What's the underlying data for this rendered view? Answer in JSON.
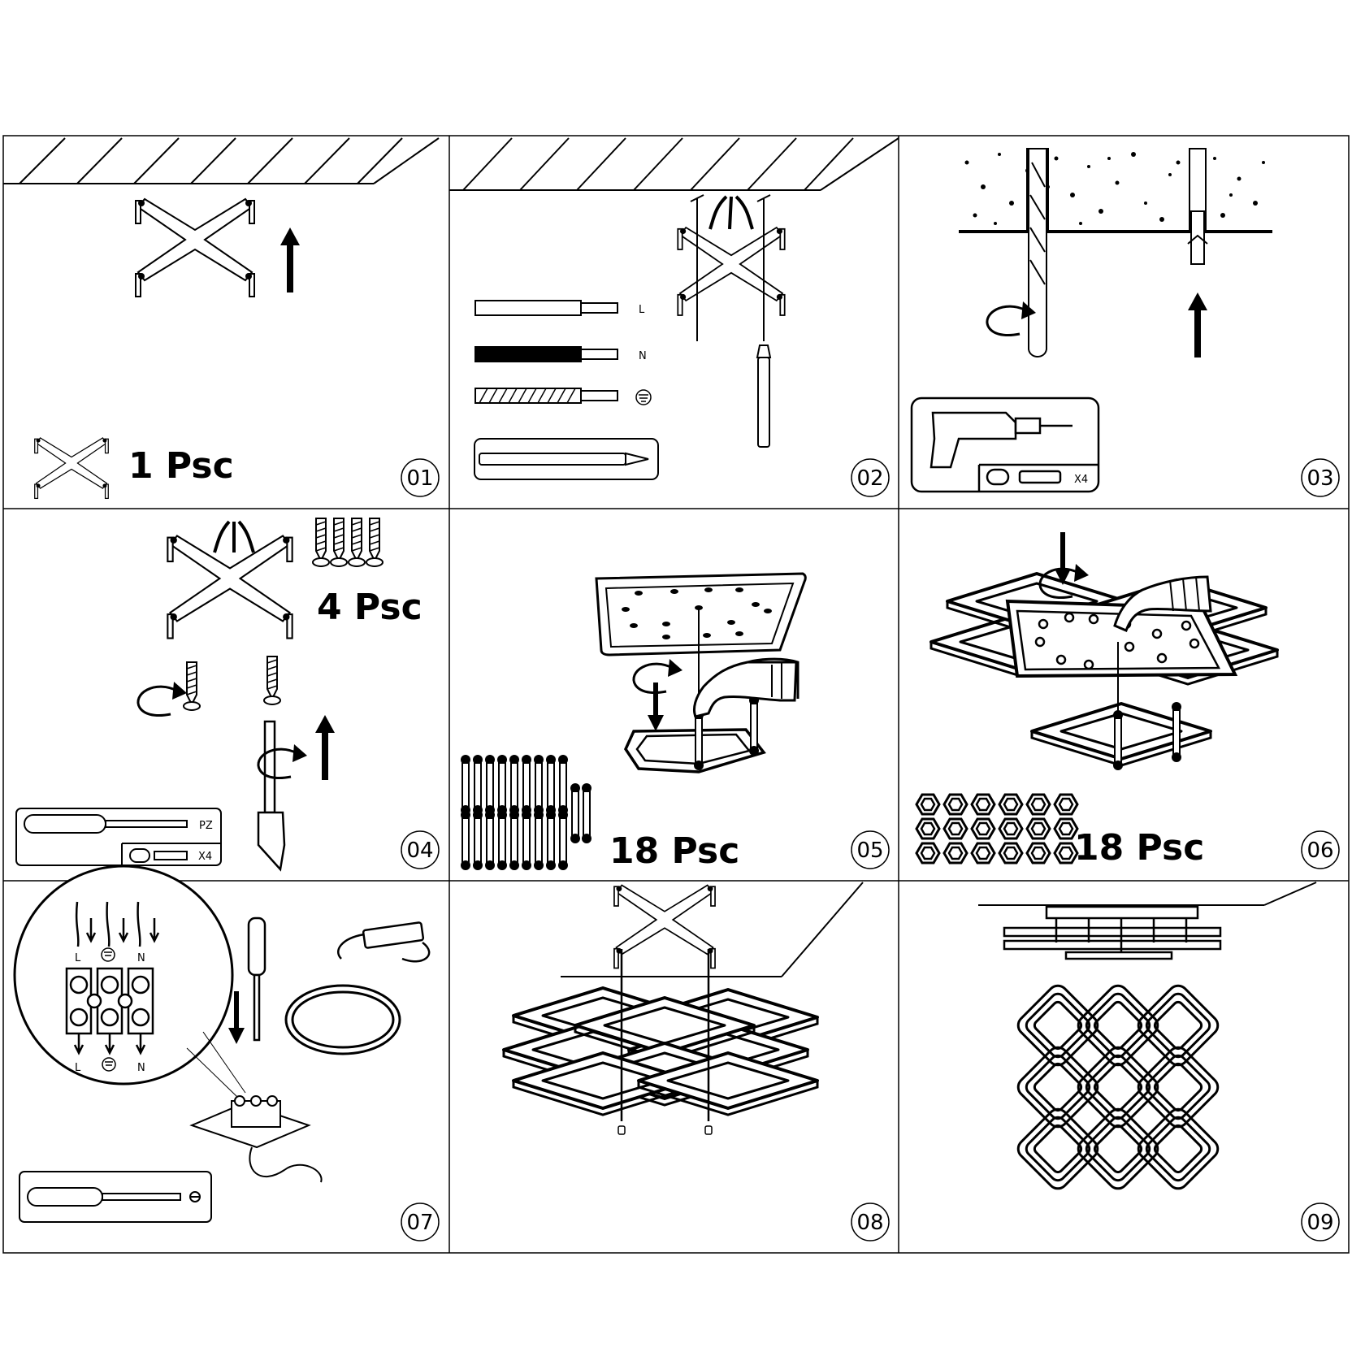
{
  "steps": [
    {
      "number": "01",
      "count_label": "1 Psc"
    },
    {
      "number": "02",
      "wire_labels": [
        "L",
        "N"
      ]
    },
    {
      "number": "03",
      "anchor_qty": "X4"
    },
    {
      "number": "04",
      "count_label": "4  Psc",
      "bit_label": "PZ",
      "screw_qty": "X4"
    },
    {
      "number": "05",
      "count_label": "18 Psc"
    },
    {
      "number": "06",
      "count_label": "18 Psc"
    },
    {
      "number": "07",
      "terminal_top": [
        "L",
        "N"
      ],
      "terminal_bottom": [
        "L",
        "N"
      ]
    },
    {
      "number": "08"
    },
    {
      "number": "09"
    }
  ],
  "icons": [
    "ceiling-hatch-icon",
    "mounting-bracket-icon",
    "up-arrow-icon",
    "rotate-arrow-icon",
    "drill-icon",
    "screwdriver-icon",
    "ground-symbol-icon",
    "wall-anchor-icon",
    "screw-icon",
    "rod-icon",
    "nut-icon",
    "hand-icon",
    "square-ring-icon",
    "terminal-block-icon",
    "led-driver-icon"
  ]
}
